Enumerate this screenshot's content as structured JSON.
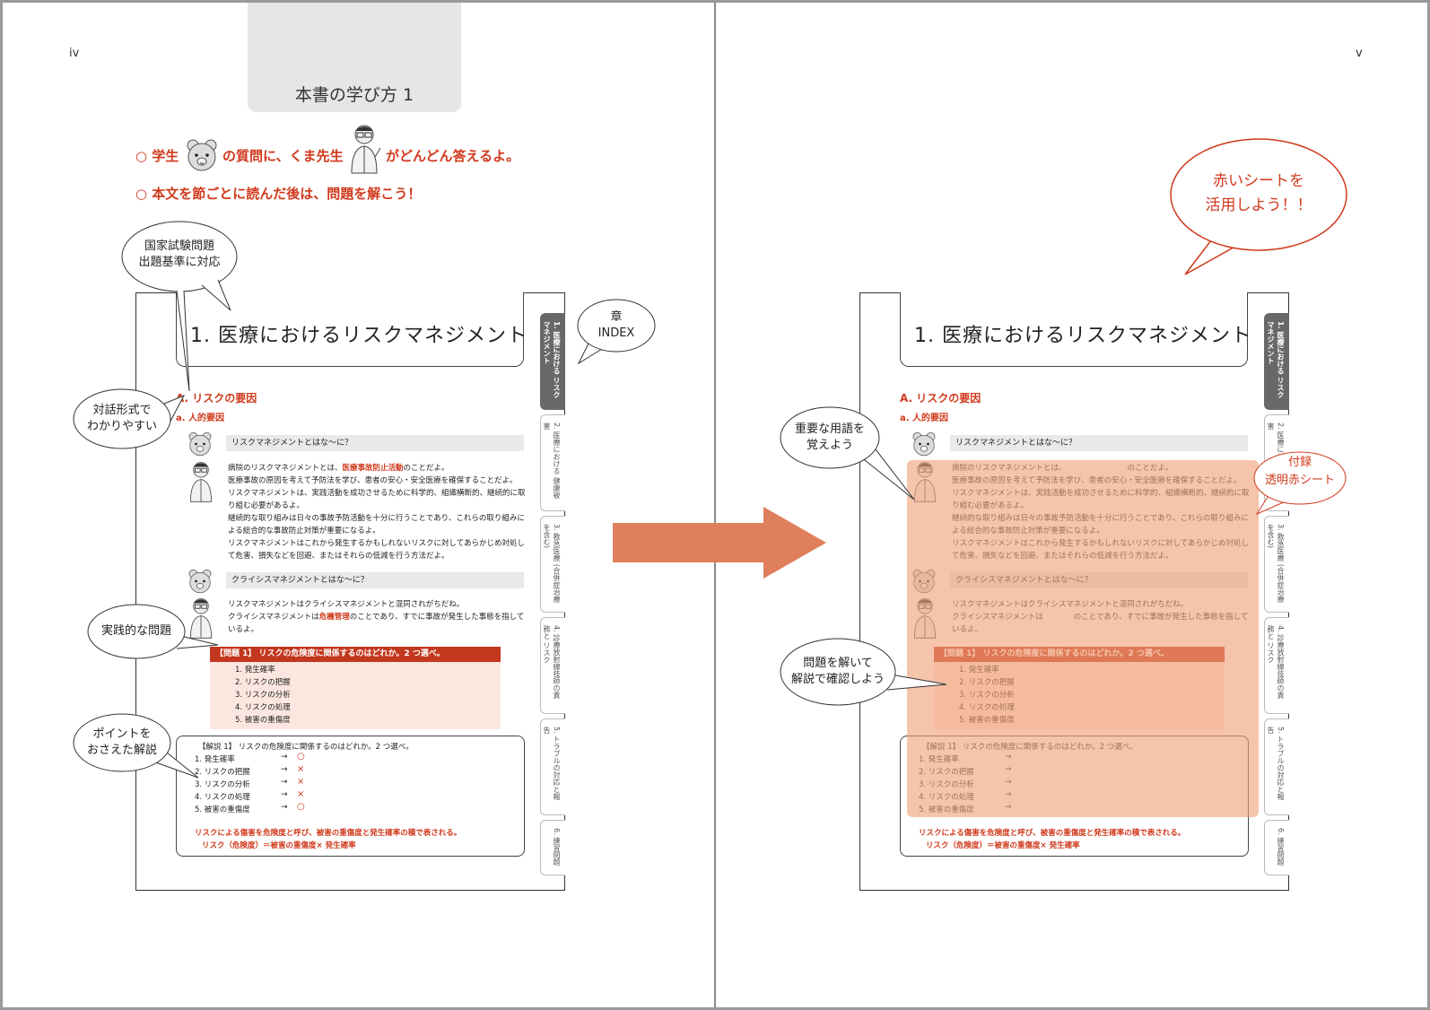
{
  "left": {
    "page_number": "iv",
    "title": "本書の学び方 1",
    "intro1_pre": "○ 学生",
    "intro1_mid": "の質問に、くま先生",
    "intro1_post": "がどんどん答えるよ。",
    "intro2": "○ 本文を節ごとに読んだ後は、問題を解こう！",
    "callouts": {
      "exam": [
        "国家試験問題",
        "出題基準に対応"
      ],
      "index": [
        "章",
        "INDEX"
      ],
      "dialog": [
        "対話形式で",
        "わかりやすい"
      ],
      "practical": [
        "実践的な問題"
      ],
      "point": [
        "ポイントを",
        "おさえた解説"
      ]
    }
  },
  "right": {
    "page_number": "v",
    "callout_red": [
      "赤いシートを",
      "活用しよう！！"
    ],
    "callout_sheet": [
      "付録",
      "透明赤シート"
    ],
    "callouts": {
      "term": [
        "重要な用語を",
        "覚えよう"
      ],
      "solve": [
        "問題を解いて",
        "解説で確認しよう"
      ]
    }
  },
  "sample": {
    "chapter_title": "1.  医療におけるリスクマネジメント",
    "tabs": [
      "1. 医療における リスクマネジメント",
      "2. 医療における 健康被害",
      "3. 救急医療 (合併症治療を含む)",
      "4. 診療放射線技師の責務と リスク",
      "5. トラブルの対応と報告",
      "6. 練習問題"
    ],
    "section_a": "A.  リスクの要因",
    "section_b": "a.  人的要因",
    "q1": "リスクマネジメントとはな〜に？",
    "a1_l1_pre": "病院のリスクマネジメントとは、",
    "a1_l1_kw": "医療事故防止活動",
    "a1_l1_post": "のことだよ。",
    "a1_lines": [
      "医療事故の原因を考えて予防法を学び、患者の安心・安全医療を確保することだよ。",
      "リスクマネジメントは、実践活動を成功させるために科学的、組織横断的、継続的に取",
      "り組む必要があるよ。",
      "継続的な取り組みは日々の事故予防活動を十分に行うことであり、これらの取り組みに",
      "よる総合的な事故防止対策が重要になるよ。",
      "リスクマネジメントはこれから発生するかもしれないリスクに対してあらかじめ対処し",
      "て危害、損失などを回避、またはそれらの低減を行う方法だよ。"
    ],
    "q2": "クライシスマネジメントとはな〜に？",
    "a2_l1": "リスクマネジメントはクライシスマネジメントと混同されがちだね。",
    "a2_l2_pre": "クライシスマネジメントは",
    "a2_l2_kw": "危機管理",
    "a2_l2_post": "のことであり、すでに事故が発生した事態を指して",
    "a2_l3": "いるよ。",
    "problem_title": "【問題 1】 リスクの危険度に関係するのはどれか。2 つ選べ。",
    "options": [
      "1.  発生確率",
      "2.  リスクの把握",
      "3.  リスクの分析",
      "4.  リスクの処理",
      "5.  被害の重傷度"
    ],
    "expl_title": "【解説 1】 リスクの危険度に関係するのはどれか。2 つ選べ。",
    "arrow": "→",
    "marks": [
      "○",
      "×",
      "×",
      "×",
      "○"
    ],
    "formula1": "リスクによる傷害を危険度と呼び、被害の重傷度と発生確率の積で表される。",
    "formula2": "リスク（危険度）＝被害の重傷度×  発生確率"
  }
}
